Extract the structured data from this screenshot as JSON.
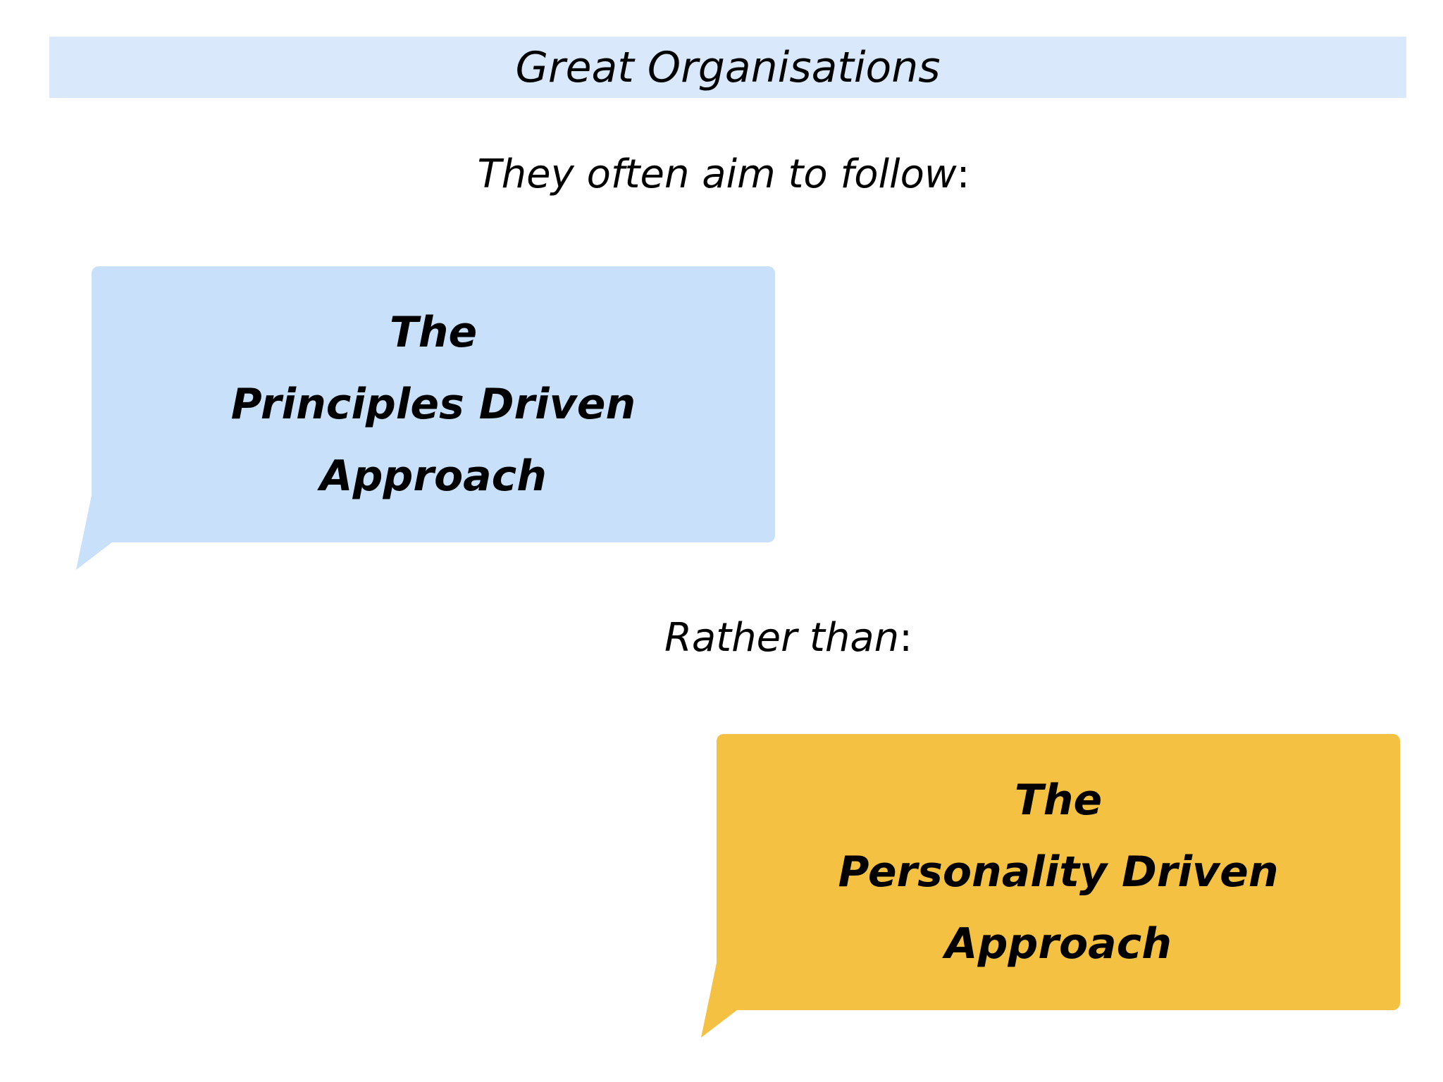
{
  "title": "Great Organisations",
  "prompt_follow": {
    "text": "They often aim to follow",
    "suffix": ":"
  },
  "prompt_rather": {
    "text": "Rather than",
    "suffix": ":"
  },
  "bubbles": [
    {
      "lines": [
        "The",
        "Principles Driven",
        "Approach"
      ],
      "color": "#c8e0fa"
    },
    {
      "lines": [
        "The",
        "Personality Driven",
        "Approach"
      ],
      "color": "#f4c143"
    }
  ],
  "colors": {
    "title_bar": "#d9e8fb",
    "background": "#ffffff",
    "text": "#000000"
  }
}
